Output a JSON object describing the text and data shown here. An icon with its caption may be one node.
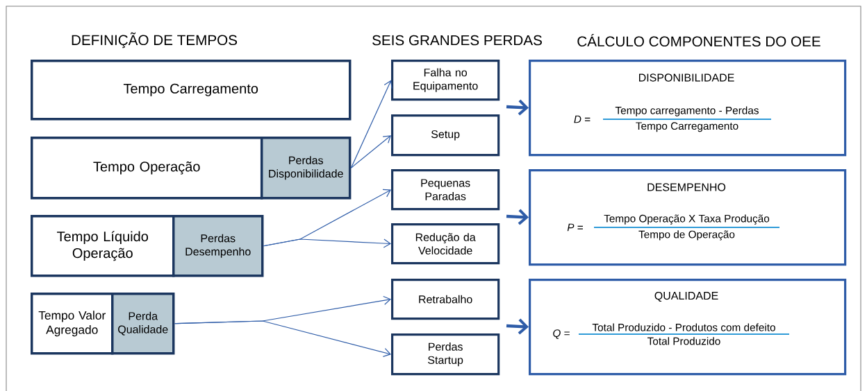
{
  "diagram": {
    "nodes": [
      {
        "text": [
          "Tempo Carregamento"
        ]
      },
      {
        "text": [
          "Tempo Operação"
        ]
      },
      {
        "text": [
          "Perdas Disponibilidade"
        ]
      },
      {
        "text": [
          "Tempo Líquido Operação"
        ]
      },
      {
        "text": [
          "Perdas Desempenho"
        ]
      },
      {
        "text": [
          "Tempo Valor Agregado"
        ]
      },
      {
        "text": [
          "Perda Qualidade"
        ]
      },
      {
        "text": [
          "Falha no Equipamento"
        ]
      },
      {
        "text": [
          "Setup"
        ]
      },
      {
        "text": [
          "Pequenas Paradas"
        ]
      },
      {
        "text": [
          "Redução da Velocidade"
        ]
      },
      {
        "text": [
          "Retrabalho"
        ]
      },
      {
        "text": [
          "Perdas Startup"
        ]
      },
      {
        "text": [
          "DISPONIBILIDADE",
          "*D* =",
          "Tempo carregamento - Perdas",
          "Tempo Carregamento"
        ]
      },
      {
        "text": [
          "DESEMPENHO",
          "*P* =",
          "Tempo Operação X Taxa Produção",
          "Tempo de Operação"
        ]
      },
      {
        "text": [
          "QUALIDADE",
          "*Q* =",
          "Total Produzido - Produtos com defeito",
          "Total Produzido"
        ]
      }
    ],
    "edges": [
      {
        "from": 2,
        "to": 7,
        "arrow": "to"
      },
      {
        "from": 2,
        "to": 8,
        "arrow": "to"
      },
      {
        "from": 4,
        "to": 9,
        "arrow": "to"
      },
      {
        "from": 4,
        "to": 10,
        "arrow": "to"
      },
      {
        "from": 6,
        "to": 11,
        "arrow": "to"
      },
      {
        "from": 6,
        "to": 12,
        "arrow": "to"
      },
      {
        "from": null,
        "to": 13,
        "arrow": "to",
        "style": "thick"
      },
      {
        "from": null,
        "to": 14,
        "arrow": "to",
        "style": "thick"
      },
      {
        "from": null,
        "to": 15,
        "arrow": "to",
        "style": "thick"
      }
    ],
    "labels": [
      "DEFINIÇÃO DE TEMPOS",
      "SEIS GRANDES PERDAS",
      "CÁLCULO COMPONENTES DO OEE"
    ]
  }
}
